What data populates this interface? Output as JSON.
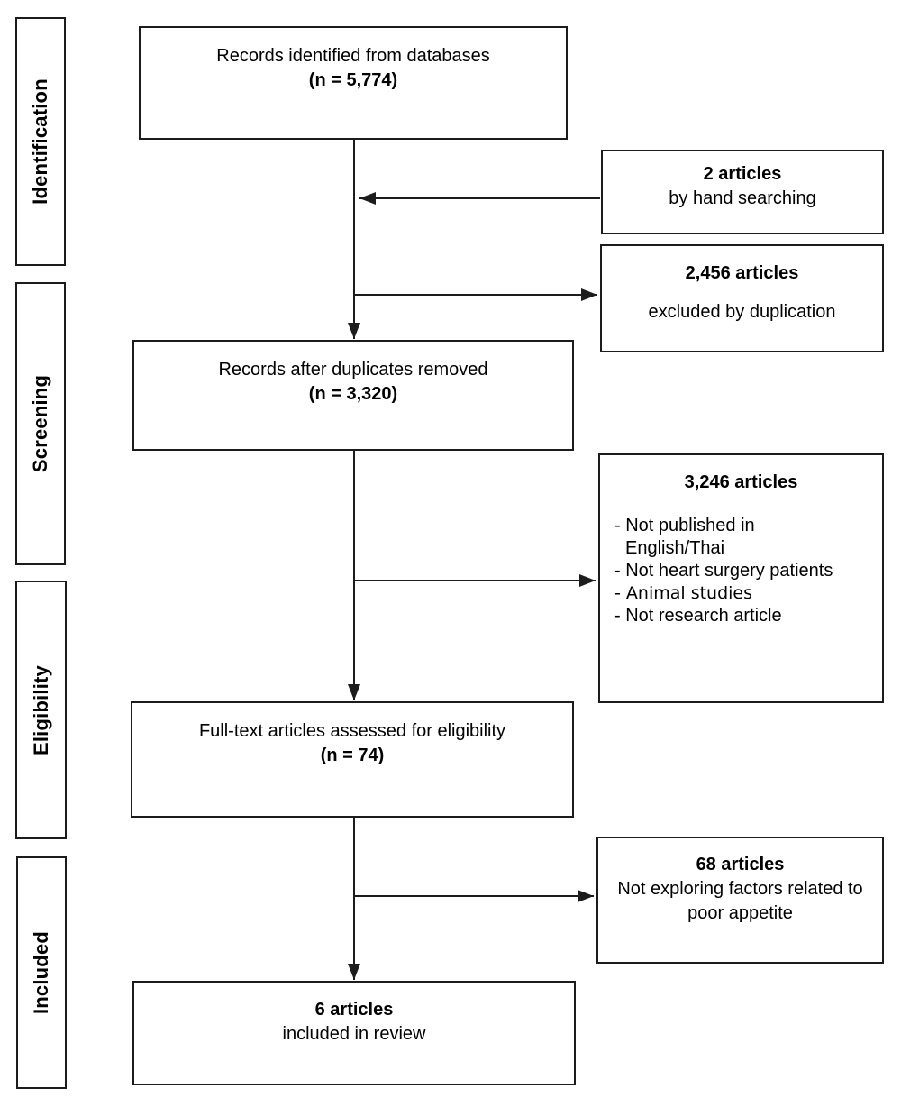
{
  "diagram": {
    "stages": [
      "Identification",
      "Screening",
      "Eligibility",
      "Included"
    ],
    "flow": {
      "identified": {
        "text": "Records identified from databases",
        "n": "(n = 5,774)"
      },
      "deduplicated": {
        "text": "Records after duplicates removed",
        "n": "(n = 3,320)"
      },
      "fulltext": {
        "text": "Full-text articles assessed for eligibility",
        "n": "(n = 74)"
      },
      "included": {
        "count": "6 articles",
        "text": "included in review"
      }
    },
    "side": {
      "hand_search": {
        "count": "2 articles",
        "text": "by hand searching"
      },
      "duplicates": {
        "count": "2,456 articles",
        "text": "excluded by duplication"
      },
      "screening_excluded": {
        "count": "3,246 articles",
        "reasons": [
          "Not published in English/Thai",
          "Not heart surgery patients",
          "Animal studies",
          "Not research article"
        ]
      },
      "fulltext_excluded": {
        "count": "68 articles",
        "text": "Not exploring factors related to poor appetite"
      }
    },
    "colors": {
      "line": "#1c1c1c",
      "box_border": "#1c1c1c",
      "background": "#ffffff",
      "text": "#000000"
    }
  }
}
